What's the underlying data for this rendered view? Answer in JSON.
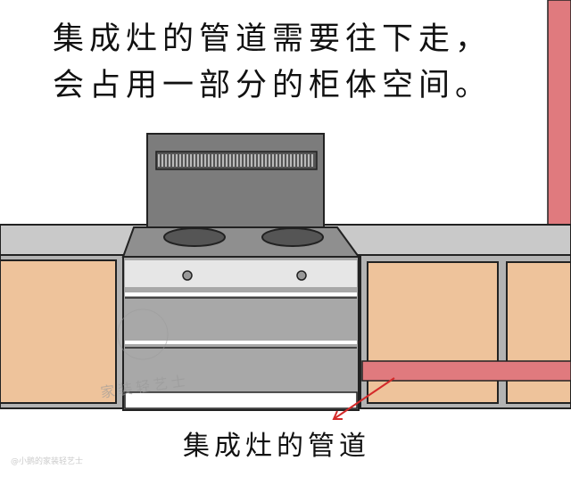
{
  "caption": {
    "line1": "集成灶的管道需要往下走，",
    "line2": "会占用一部分的柜体空间。"
  },
  "pipe_label": "集成灶的管道",
  "watermark": {
    "stamp_text": "家装轻艺士",
    "corner_text": "@小鹅的家装轻艺士"
  },
  "colors": {
    "pipe": "#e07a7e",
    "cabinet": "#eec39b",
    "counter": "#c9c9c9",
    "stove": "#8a8a8a",
    "oven": "#a8a8a8",
    "arrow": "#d42a2a"
  }
}
